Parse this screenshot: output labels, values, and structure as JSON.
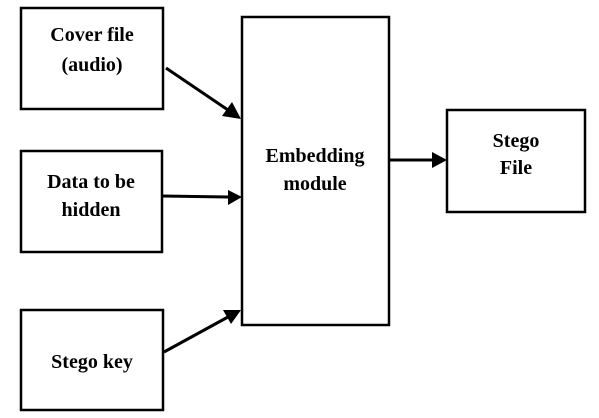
{
  "nodes": {
    "cover": {
      "lines": [
        "Cover file",
        "(audio)"
      ]
    },
    "data": {
      "lines": [
        "Data to be",
        "hidden"
      ]
    },
    "key": {
      "lines": [
        "Stego key"
      ]
    },
    "embed": {
      "lines": [
        "Embedding",
        "module"
      ]
    },
    "output": {
      "lines": [
        "Stego",
        "File"
      ]
    }
  },
  "edges": [
    {
      "from": "cover",
      "to": "embed"
    },
    {
      "from": "data",
      "to": "embed"
    },
    {
      "from": "key",
      "to": "embed"
    },
    {
      "from": "embed",
      "to": "output"
    }
  ],
  "colors": {
    "stroke": "#000000",
    "background": "#ffffff"
  }
}
